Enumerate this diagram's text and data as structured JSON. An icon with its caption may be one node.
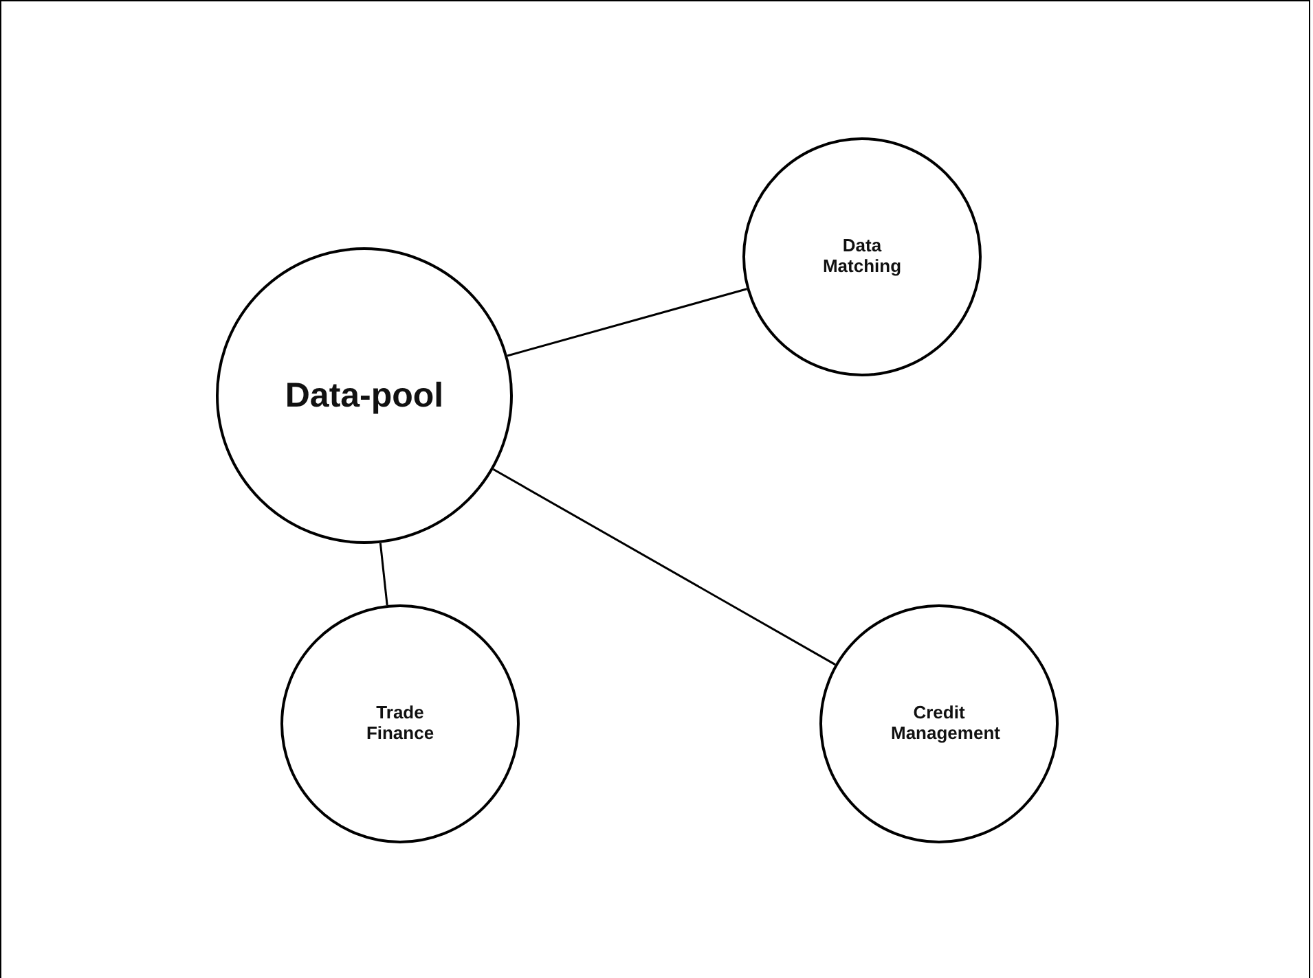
{
  "diagram": {
    "nodes": [
      {
        "text": [
          "Data-pool"
        ]
      },
      {
        "text": [
          "Data Matching"
        ]
      },
      {
        "text": [
          "Trade Finance"
        ]
      },
      {
        "text": [
          "Credit Management"
        ]
      }
    ],
    "edges": [
      {
        "from": 0,
        "to": 1,
        "arrow": "none"
      },
      {
        "from": 0,
        "to": 2,
        "arrow": "none"
      },
      {
        "from": 0,
        "to": 3,
        "arrow": "none"
      }
    ]
  }
}
